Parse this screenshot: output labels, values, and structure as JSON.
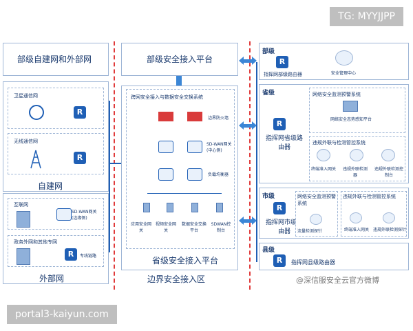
{
  "watermark_top": "TG: MYYJJPP",
  "watermark_bottom": "portal3-kaiyun.com",
  "weibo_watermark": "@深信服安全云官方微博",
  "left": {
    "ministry_network": "部级自建网和外部网",
    "satellite": "卫星通信网",
    "wireless": "无线通信网",
    "self_built": "自建网",
    "internet": "互联网",
    "sdwan_edge": "SD-WAN网关\n(边缘侧)",
    "gov_net": "政务外网和其他专网",
    "private_link": "专线链路",
    "external": "外部网"
  },
  "center": {
    "platform_top": "部级安全接入平台",
    "system_title": "跨网安全接入与数据安全交换系统",
    "firewall": "边界防火墙",
    "sdwan_center": "SD-WAN网关\n(中心侧)",
    "load_balancer": "负载均衡器",
    "servers": [
      "应用安全网关",
      "视频安全网关",
      "数据安全交换平台",
      "SDWAN控制台"
    ],
    "platform_bottom": "省级安全接入平台",
    "zone": "边界安全接入区"
  },
  "right": {
    "ministry_level": "部级",
    "ministry_router": "指挥网部级路由器",
    "security_center": "安全管理中心",
    "province_level": "省级",
    "net_monitor": "网络安全监测预警系统",
    "situation_platform": "网络安全态势感知平台",
    "province_router": "指挥网省级路由器",
    "violation_system": "违规外联与检测管控系统",
    "terminal_gateway": "终端准入网关",
    "violation_detector": "违规外联检测器",
    "violation_console": "违规外联检测控制台",
    "city_level": "市级",
    "city_router": "指挥网市级路由器",
    "city_monitor": "网络安全监测预警系统",
    "flow_probe": "流量检测探针",
    "city_violation": "违规外联与检测管控系统",
    "city_terminal": "终端准入网关",
    "city_probe": "违规外联检测探针",
    "county_level": "县级",
    "county_router": "指挥网县级路由器"
  }
}
